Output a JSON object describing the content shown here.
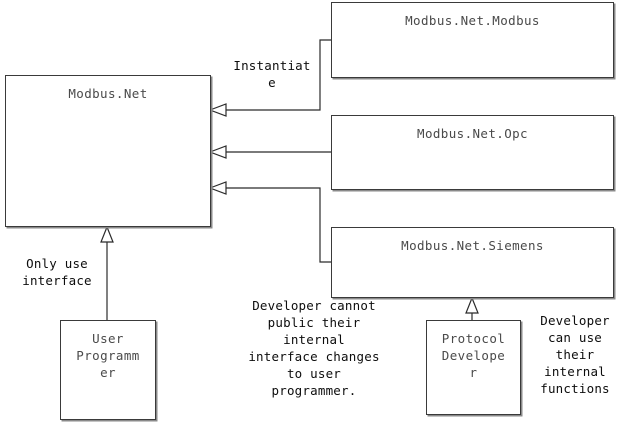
{
  "diagram": {
    "title": "Modbus.Net layered architecture UML diagram",
    "colors": {
      "box_border": "#3a3a3a",
      "box_shadow": "#8a8a8a",
      "title_text": "#4a4a4a",
      "note_text": "#0d0d0d",
      "line": "#2b2b2b",
      "background": "#ffffff"
    }
  },
  "boxes": {
    "core": {
      "label": "Modbus.Net"
    },
    "modbus": {
      "label": "Modbus.Net.Modbus"
    },
    "opc": {
      "label": "Modbus.Net.Opc"
    },
    "siemens": {
      "label": "Modbus.Net.Siemens"
    },
    "user_programmer": {
      "label": "User\nProgramm\ner"
    },
    "protocol_developer": {
      "label": "Protocol\nDevelope\nr"
    }
  },
  "labels": {
    "instantiate": "Instantiat\ne",
    "only_use_interface": "Only use\ninterface",
    "developer_cannot_public": "Developer cannot\npublic their\ninternal\ninterface changes\nto user\nprogrammer.",
    "developer_can_use": "Developer\ncan use\ntheir\ninternal\nfunctions"
  }
}
